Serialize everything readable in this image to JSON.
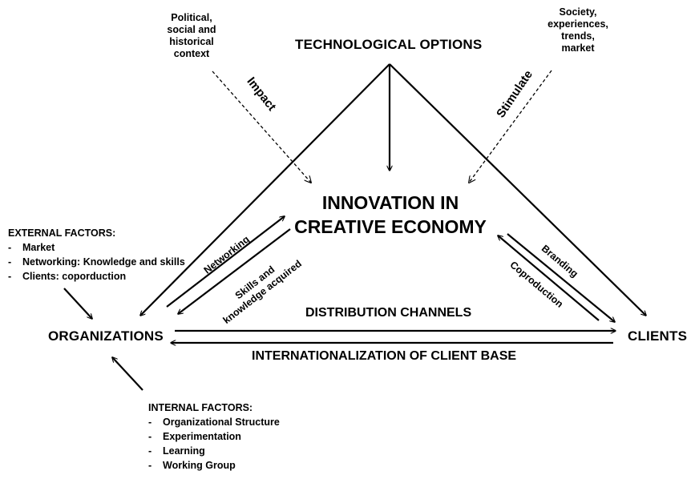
{
  "nodes": {
    "technological_options": "TECHNOLOGICAL  OPTIONS",
    "innovation_line1": "INNOVATION IN",
    "innovation_line2": "CREATIVE ECONOMY",
    "organizations": "ORGANIZATIONS",
    "clients": "CLIENTS"
  },
  "context_left": [
    "Political,",
    "social and",
    "historical",
    "context"
  ],
  "context_right": [
    "Society,",
    "experiences,",
    "trends,",
    "market"
  ],
  "edge_labels": {
    "impact": "Impact",
    "stimulate": "Stimulate",
    "networking": "Networking",
    "skills_line1": "Skills  and",
    "skills_line2": "knowledge acquired",
    "branding": "Branding",
    "coproduction": "Coproduction",
    "distribution": "DISTRIBUTION CHANNELS",
    "internationalization": "INTERNATIONALIZATION OF CLIENT BASE"
  },
  "external_factors": {
    "title": "EXTERNAL FACTORS:",
    "items": [
      "Market",
      "Networking: Knowledge and skills",
      "Clients: coporduction"
    ]
  },
  "internal_factors": {
    "title": "INTERNAL FACTORS:",
    "items": [
      "Organizational Structure",
      "Experimentation",
      "Learning",
      "Working Group"
    ]
  }
}
